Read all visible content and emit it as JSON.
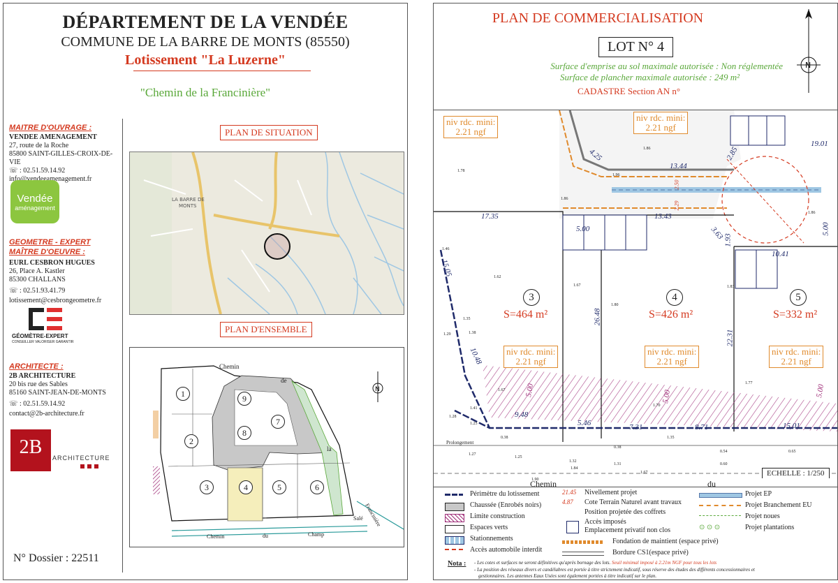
{
  "left": {
    "title": "DÉPARTEMENT DE LA VENDÉE",
    "commune": "COMMUNE DE LA BARRE DE MONTS (85550)",
    "lotissement": "Lotissement \"La  Luzerne\"",
    "chemin": "\"Chemin de la Francinière\"",
    "maitre_ouvrage": {
      "heading": "MAITRE D'OUVRAGE :",
      "name": "VENDEE AMENAGEMENT",
      "address1": "27, route de la Roche",
      "address2": "85800 SAINT-GILLES-CROIX-DE-VIE",
      "phone": ": 02.51.59.14.92",
      "email": "info@vendeeamenagement.fr",
      "logo_line1": "Vendée",
      "logo_line2": "aménagement"
    },
    "geometre": {
      "heading": "GEOMETRE - EXPERT",
      "heading2": "MAÎTRE D'OEUVRE :",
      "name": "EURL CESBRON HUGUES",
      "address1": "26, Place A. Kastler",
      "address2": "85300 CHALLANS",
      "phone": ": 02.51.93.41.79",
      "email": "lotissement@cesbrongeometre.fr",
      "logo_line1": "GÉOMÈTRE-EXPERT",
      "logo_line2": "CONSEILLER VALORISER GARANTIR"
    },
    "architecte": {
      "heading": "ARCHITECTE  :",
      "name": "2B ARCHITECTURE",
      "address1": "20 bis rue des Sables",
      "address2": "85160 SAINT-JEAN-DE-MONTS",
      "phone": ": 02.51.59.14.92",
      "email": "contact@2b-architecture.fr",
      "logo_main": "2B",
      "logo_sub": "ARCHITECTURE"
    },
    "dossier": "N° Dossier : 22511",
    "plan_situation": "PLAN DE SITUATION",
    "plan_ensemble": "PLAN D'ENSEMBLE",
    "map_labels": {
      "town": "LA BARRE DE\nMONTS"
    },
    "ensemble_labels": {
      "chemin_top": "Chemin",
      "de": "de",
      "la": "la",
      "franciniere": "Francinière",
      "chemin_bottom": "Chemin",
      "du": "du",
      "champ": "Champ",
      "sale": "Salé",
      "lots": [
        "1",
        "2",
        "3",
        "4",
        "5",
        "6",
        "7",
        "8",
        "9"
      ]
    }
  },
  "right": {
    "title": "PLAN DE COMMERCIALISATION",
    "lot": "LOT N° 4",
    "emprise": "Surface d'emprise au sol maximale autorisée :   Non réglementée",
    "plancher": "Surface de plancher maximale autorisée :  249 m²",
    "cadastre": "CADASTRE Section AN n°",
    "lots": [
      {
        "num": "3",
        "surface": "S=464 m²"
      },
      {
        "num": "4",
        "surface": "S=426 m²"
      },
      {
        "num": "5",
        "surface": "S=332 m²"
      }
    ],
    "niv_line1": "niv rdc. mini:",
    "niv_line2": "2.21 ngf",
    "dims": [
      "17.35",
      "15.05",
      "10.48",
      "9.48",
      "5.46",
      "7.31",
      "8.71",
      "15.01",
      "13.44",
      "13.43",
      "26.48",
      "22.31",
      "4.25",
      "2.85",
      "19.01",
      "5.00",
      "5.00",
      "10.41",
      "3.63",
      "1.93",
      "2.50",
      "2.29"
    ],
    "hatch_labels": [
      "5.00",
      "5.00",
      "5.00"
    ],
    "chemin": "Chemin",
    "du": "du",
    "prolongement": "Prolongement",
    "echelle": "ECHELLE : 1/250",
    "levels": [
      "1.78",
      "1.46",
      "1.62",
      "1.67",
      "1.80",
      "1.83",
      "1.35",
      "1.38",
      "1.29",
      "1.67",
      "1.70",
      "1.77",
      "1.41",
      "1.28",
      "1.25",
      "0.38",
      "1.35",
      "1.27",
      "1.25",
      "0.38",
      "1.84",
      "1.32",
      "1.31",
      "1.67",
      "0.54",
      "0.60",
      "0.65",
      "1.86",
      "1.86",
      "1.86",
      "1.90",
      "1.96"
    ],
    "legend": {
      "perimetre": "Périmètre du lotissement",
      "chaussee": "Chaussée (Enrobés noirs)",
      "limite": "Limite construction",
      "espaces": "Espaces verts",
      "stationnements": "Stationnements",
      "acces_interdit": "Accès automobile interdit",
      "nivellement_val": "21.45",
      "nivellement": "Nivellement projet",
      "cote_val": "4.87",
      "cote": "Cote Terrain Naturel avant travaux",
      "coffrets": "Position projetée des coffrets",
      "acces_imposes": "Accès imposés",
      "emplacement": "Emplacement privatif non clos",
      "fondation": "Fondation de maintient (espace privé)",
      "bordure": "Bordure CS1(espace privé)",
      "ep": "Projet EP",
      "eu": "Projet Branchement EU",
      "noues": "Projet noues",
      "plantations": "Projet plantations"
    },
    "nota_label": "Nota :",
    "nota1": "- Les cotes et surfaces ne seront définitives qu'après bornage des lots.",
    "nota1_red": "Seuil minimal imposé à 2.21m NGF pour tous les lots",
    "nota2": "- La position des réseaux divers et candélabres est portée à titre strictement indicatif, sous réserve des études des différents concessionnaires et",
    "nota3": "gestionnaires. Les antennes Eaux Usées sont également portées à titre indicatif sur le plan."
  },
  "colors": {
    "red": "#d4391f",
    "green": "#5aa83a",
    "orange": "#e08a2c",
    "navy": "#1f2a6a",
    "purple": "#a0307a"
  },
  "icons": [
    "phone-icon",
    "north-arrow-icon",
    "north-compass-icon",
    "parking-icon",
    "no-car-icon"
  ]
}
